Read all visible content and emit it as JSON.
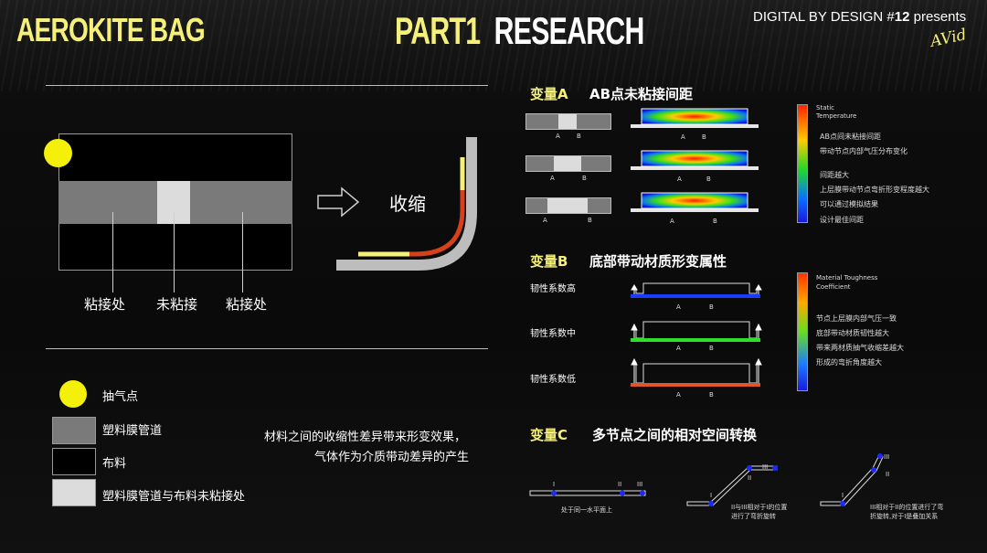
{
  "header": {
    "title": "AEROKITE BAG",
    "part_num": "PART1",
    "part_word": "RESEARCH",
    "dbd_prefix": "DIGITAL BY DESIGN #",
    "dbd_num": "12",
    "dbd_suffix": " presents"
  },
  "left_diagram": {
    "labels": [
      "粘接处",
      "未粘接",
      "粘接处"
    ],
    "shrink_label": "收缩"
  },
  "legend": [
    {
      "label": "抽气点",
      "color": "#f4f009"
    },
    {
      "label": "塑料膜管道",
      "color": "#7a7a7a"
    },
    {
      "label": "布料",
      "color": "#000000"
    },
    {
      "label": "塑料膜管道与布料未粘接处",
      "color": "#dcdcdc"
    }
  ],
  "note": {
    "line1": "材料之间的收缩性差异带来形变效果，",
    "line2": "气体作为介质带动差异的产生"
  },
  "var_a": {
    "tag": "变量A",
    "title": "AB点未粘接间距",
    "colorbar_title_1": "Static",
    "colorbar_title_2": "Temperature",
    "ab": [
      "A",
      "B"
    ],
    "notes": [
      "AB点间未粘接间距",
      "带动节点内部气压分布变化",
      "间距越大",
      "上层膜带动节点弯折形变程度越大",
      "可以通过模拟结果",
      "设计最佳间距"
    ]
  },
  "var_b": {
    "tag": "变量B",
    "title": "底部带动材质形变属性",
    "rows": [
      "韧性系数高",
      "韧性系数中",
      "韧性系数低"
    ],
    "colorbar_title_1": "Material Toughness",
    "colorbar_title_2": "Coefficient",
    "ab": [
      "A",
      "B"
    ],
    "notes": [
      "节点上层膜内部气压一致",
      "底部带动材质韧性越大",
      "带来两材质抽气收缩差越大",
      "形成的弯折角度越大"
    ]
  },
  "var_c": {
    "tag": "变量C",
    "title": "多节点之间的相对空间转换",
    "roman": [
      "I",
      "II",
      "III"
    ],
    "caption1": "处于同一水平面上",
    "caption2_1": "II与III相对于I的位置",
    "caption2_2": "进行了弯折旋转",
    "caption3_1": "III相对于II的位置进行了弯",
    "caption3_2": "折旋转,对于I是叠加关系"
  },
  "colors": {
    "accent_yellow": "#f4f07a",
    "dot_yellow": "#f4f009",
    "tube_red": "#d8401b",
    "node_blue": "#1b2bff"
  }
}
